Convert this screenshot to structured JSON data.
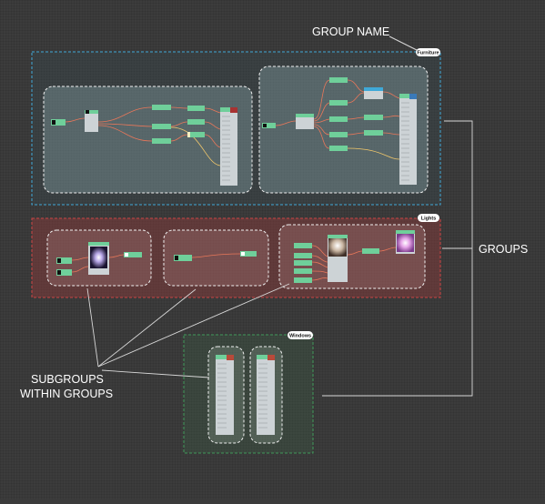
{
  "annotations": {
    "group_name": "GROUP NAME",
    "groups": "GROUPS",
    "subgroups_line1": "SUBGROUPS",
    "subgroups_line2": "WITHIN GROUPS"
  },
  "groups": [
    {
      "label": "Furniture",
      "color": "#3fa9d8"
    },
    {
      "label": "Lights",
      "color": "#b83a3a"
    },
    {
      "label": "Windows",
      "color": "#3f9a5a"
    }
  ],
  "colors": {
    "node_header": "#6fcf9a",
    "node_body": "#cdd3d6",
    "wire": "#e8775a",
    "wire_alt": "#f2c86b",
    "subgroup_border": "#f0f0f0",
    "leader_line": "#d8d8d8"
  }
}
